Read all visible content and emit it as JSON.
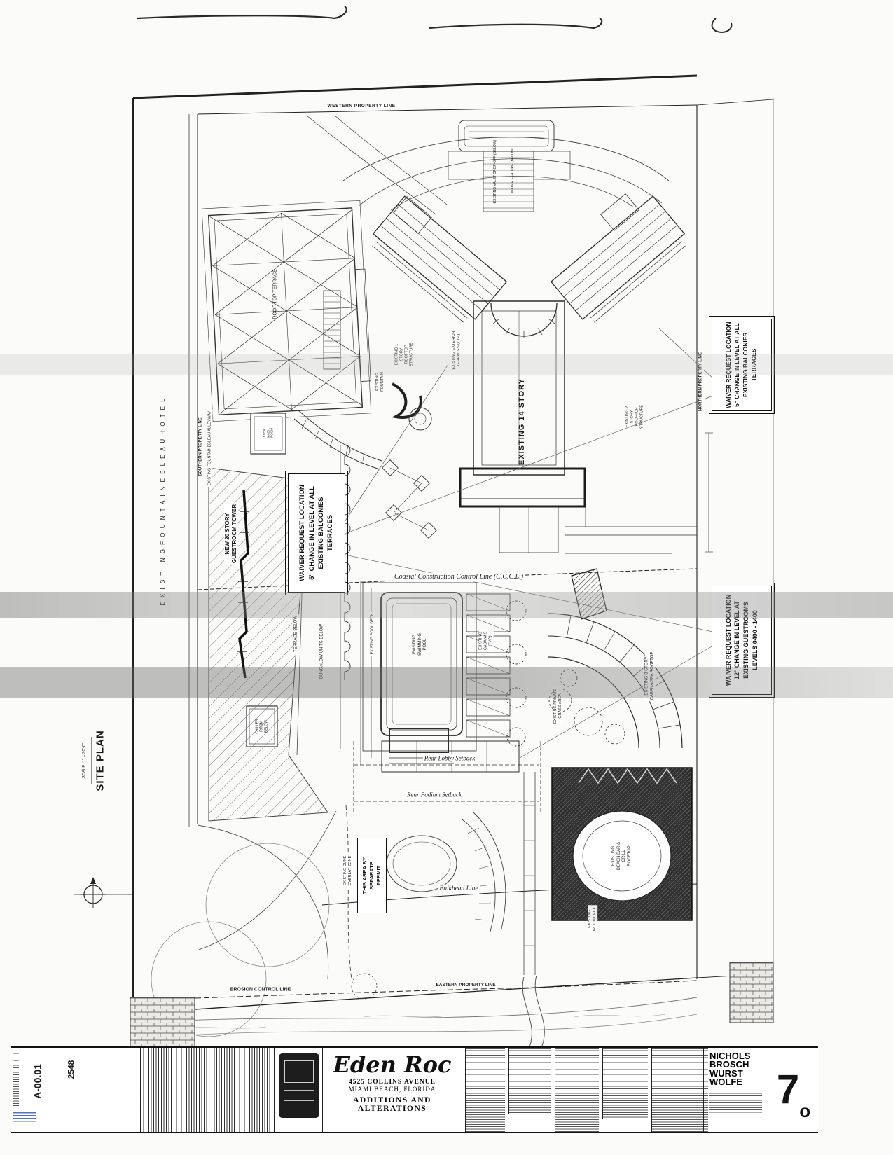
{
  "meta": {
    "sheet_number": "A-00.01",
    "project_number": "2548"
  },
  "drawing": {
    "title": "SITE PLAN",
    "scale": "SCALE: 1\" = 20'-0\""
  },
  "property_lines": {
    "western": "WESTERN PROPERTY LINE",
    "northern": "NORTHERN PROPERTY LINE",
    "southern": "SOUTHERN PROPERTY LINE",
    "eastern": "EASTERN PROPERTY LINE",
    "erosion": "EROSION CONTROL LINE",
    "bulkhead": "Bulkhead Line",
    "cccl": "Coastal Construction Control Line (C.C.C.L.)"
  },
  "labels": {
    "fountainebleau_hotel": "E X I S T I N G   F O U N T A I N E B L E A U   H O T E L",
    "fountainebleau_alley": "EXISTING FOUNTAINEBLEAU ALLEYWAY",
    "valet": "EXISTING VALET DROP-OFF (BELOW)",
    "water_feature": "WATER FEATURE (BELOW)",
    "roof_top_terrace": "ROOF TOP TERRACE",
    "existing_1story": "EXISTING 1\nSTORY\nROOFTOP\nSTRUCTURE",
    "existing_exterior_terraces": "EXISTING EXTERIOR\nTERRACES (TYP.)",
    "existing_fountain": "EXISTING\nFOUNTAIN",
    "existing_2story": "EXISTING 2\nSTORY\nROOFTOP\nSTRUCTURE",
    "existing_14story": "EXISTING 14 STORY",
    "elev_mach": "ELEV.\nMACH.\nROOM",
    "new_tower": "NEW 20 STORY\nGUESTROOM TOWER",
    "terrace_below": "TERRACE BELOW",
    "bungalow_below": "BUNGALOW UNITS BELOW",
    "pool_deck": "EXISTING POOL DECK",
    "swimming_pool": "EXISTING\nSWIMMING\nPOOL",
    "cabanas": "EXISTING\nCABANAS\n(TYP.)",
    "cabana_rooftop": "EXISTING 3 STORY\nCABANA/SPA ROOFTOP",
    "grass_area": "EXISTING PRIVATE\nGRASS AREA",
    "chiller": "CHILLER\nROOM\nBELOW",
    "beach_bar": "EXISTING\nBEACH BAR &\nGRILL\nROOFTOP",
    "wood_deck": "EXISTING\nWOOD DECK",
    "dune_overlay": "EXISTING DUNE\nOVERLAY ZONE",
    "separate_permit": "THIS AREA BY\nSEPARATE\nPERMIT",
    "rear_lobby_setback": "Rear Lobby Setback",
    "rear_podium_setback": "Rear Podium Setback"
  },
  "waivers": {
    "balconies_1": "WAIVER REQUEST LOCATION\n5\" CHANGE IN LEVEL AT ALL\nEXISTING BALCONIES\nTERRACES",
    "balconies_2": "WAIVER REQUEST LOCATION\n5\" CHANGE IN LEVEL AT ALL\nEXISTING BALCONIES\nTERRACES",
    "guestrooms": "WAIVER REQUEST LOCATION\n12\" CHANGE IN LEVEL AT\nEXISTING GUESTROOMS\nLEVELS 0400 - 1400"
  },
  "title_block": {
    "logo_text": "Eden Roc",
    "address_line1": "4525 COLLINS AVENUE",
    "address_line2": "MIAMI BEACH, FLORIDA",
    "project_title": "ADDITIONS AND ALTERATIONS",
    "architect_names": "NICHOLS\nBROSCH\nWURST\nWOLFE",
    "logo_large": "7",
    "logo_small": "o"
  }
}
